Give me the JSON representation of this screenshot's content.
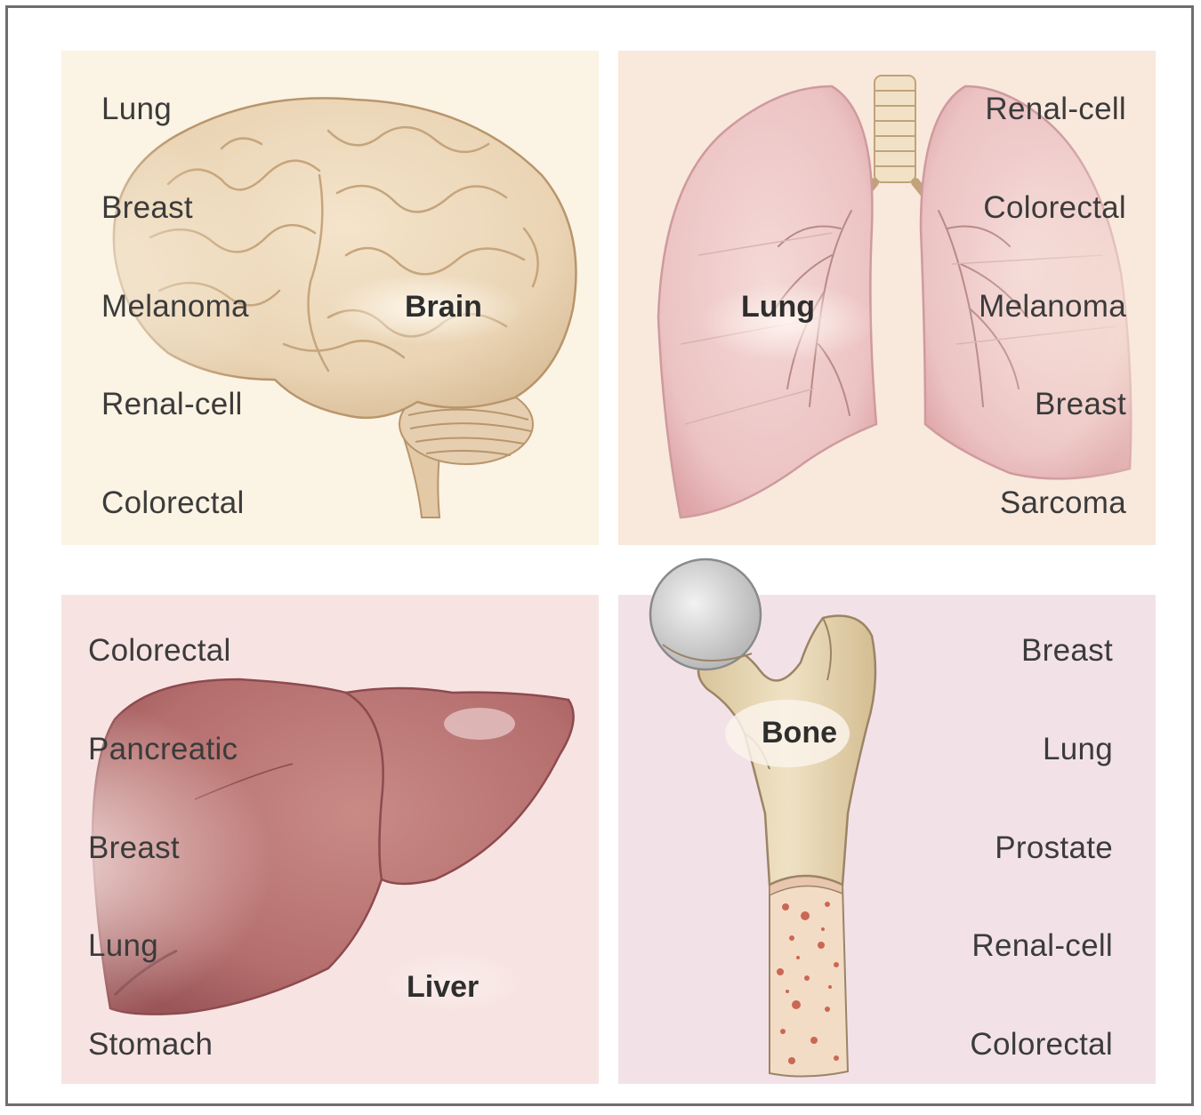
{
  "panels": {
    "brain": {
      "organ": "Brain",
      "sources": [
        "Lung",
        "Breast",
        "Melanoma",
        "Renal-cell",
        "Colorectal"
      ],
      "background": "#fbf3e3"
    },
    "lung": {
      "organ": "Lung",
      "sources": [
        "Renal-cell",
        "Colorectal",
        "Melanoma",
        "Breast",
        "Sarcoma"
      ],
      "background": "#f9e8dc"
    },
    "liver": {
      "organ": "Liver",
      "sources": [
        "Colorectal",
        "Pancreatic",
        "Breast",
        "Lung",
        "Stomach"
      ],
      "background": "#f7e4e2"
    },
    "bone": {
      "organ": "Bone",
      "sources": [
        "Breast",
        "Lung",
        "Prostate",
        "Renal-cell",
        "Colorectal"
      ],
      "background": "#f2e2e8"
    }
  },
  "icons": {
    "brain": "brain-icon",
    "lung": "lungs-icon",
    "liver": "liver-icon",
    "bone": "femur-bone-icon"
  }
}
